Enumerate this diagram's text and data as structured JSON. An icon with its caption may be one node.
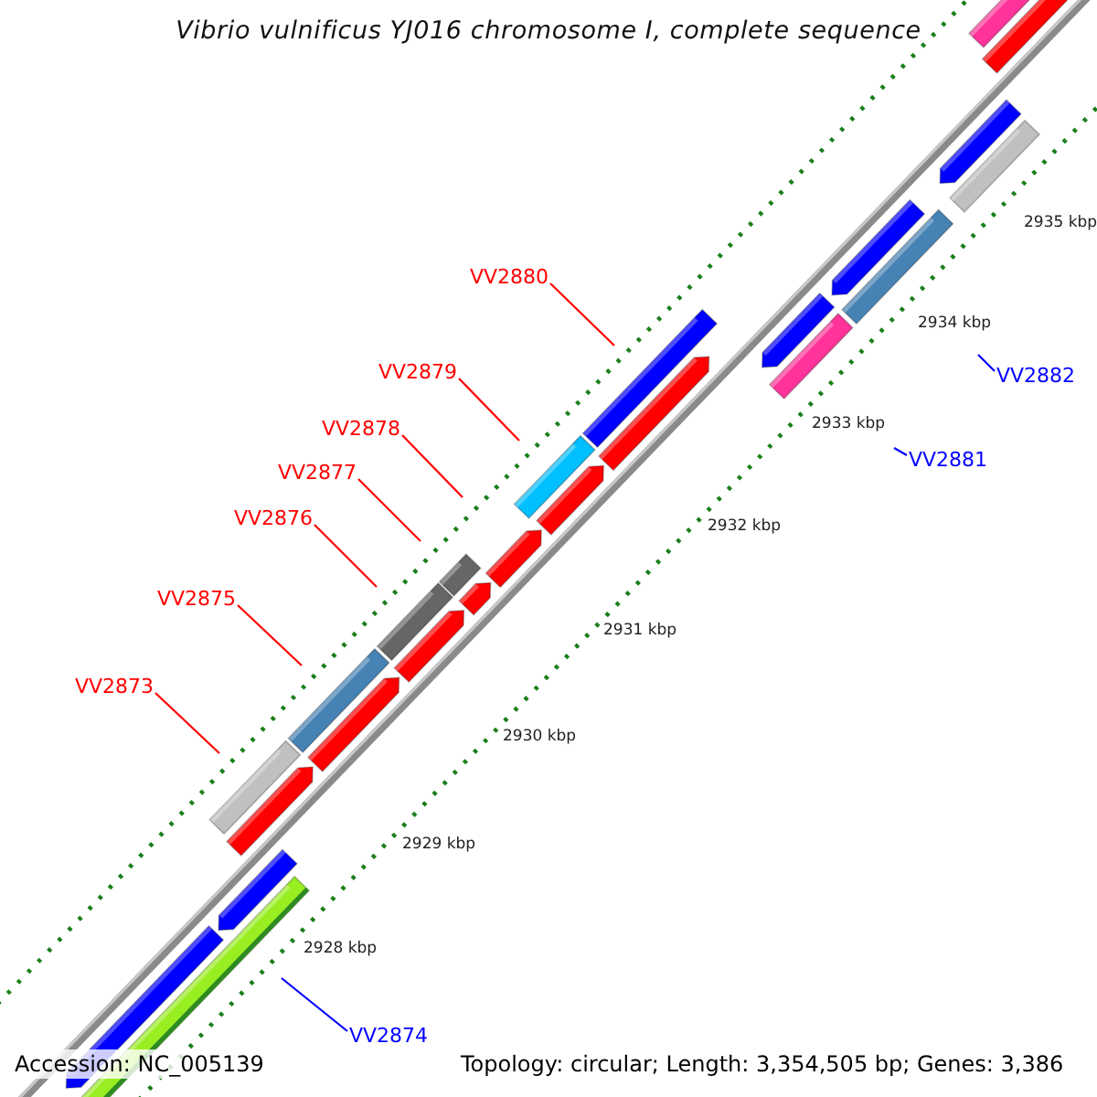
{
  "diagram": {
    "title": "Vibrio vulnificus YJ016 chromosome I, complete sequence",
    "nodes": [
      {
        "text": [
          "VV2880"
        ]
      },
      {
        "text": [
          "VV2879"
        ]
      },
      {
        "text": [
          "VV2882"
        ]
      },
      {
        "text": [
          "VV2878"
        ]
      },
      {
        "text": [
          "VV2881"
        ]
      },
      {
        "text": [
          "VV2877"
        ]
      },
      {
        "text": [
          "VV2876"
        ]
      },
      {
        "text": [
          "VV2875"
        ]
      },
      {
        "text": [
          "VV2873"
        ]
      },
      {
        "text": [
          "VV2874"
        ]
      }
    ],
    "edges": [
      {
        "from": 0,
        "to": null,
        "arrow": "none"
      },
      {
        "from": 1,
        "to": null,
        "arrow": "none"
      },
      {
        "from": 2,
        "to": null,
        "arrow": "none",
        "color": "#0000ff"
      },
      {
        "from": 3,
        "to": null,
        "arrow": "none"
      },
      {
        "from": 4,
        "to": null,
        "arrow": "none",
        "color": "#0000ff"
      },
      {
        "from": 5,
        "to": null,
        "arrow": "none"
      },
      {
        "from": 6,
        "to": null,
        "arrow": "none"
      },
      {
        "from": 7,
        "to": null,
        "arrow": "none"
      },
      {
        "from": 8,
        "to": null,
        "arrow": "none"
      },
      {
        "from": 9,
        "to": null,
        "arrow": "none",
        "color": "#0000ff"
      }
    ],
    "labels": [
      "2935 kbp",
      "2934 kbp",
      "2933 kbp",
      "2932 kbp",
      "2931 kbp",
      "2930 kbp",
      "2929 kbp",
      "2928 kbp",
      "Accession: NC_005139",
      "Topology: circular; Length: 3,354,505 bp; Genes: 3,386"
    ]
  }
}
